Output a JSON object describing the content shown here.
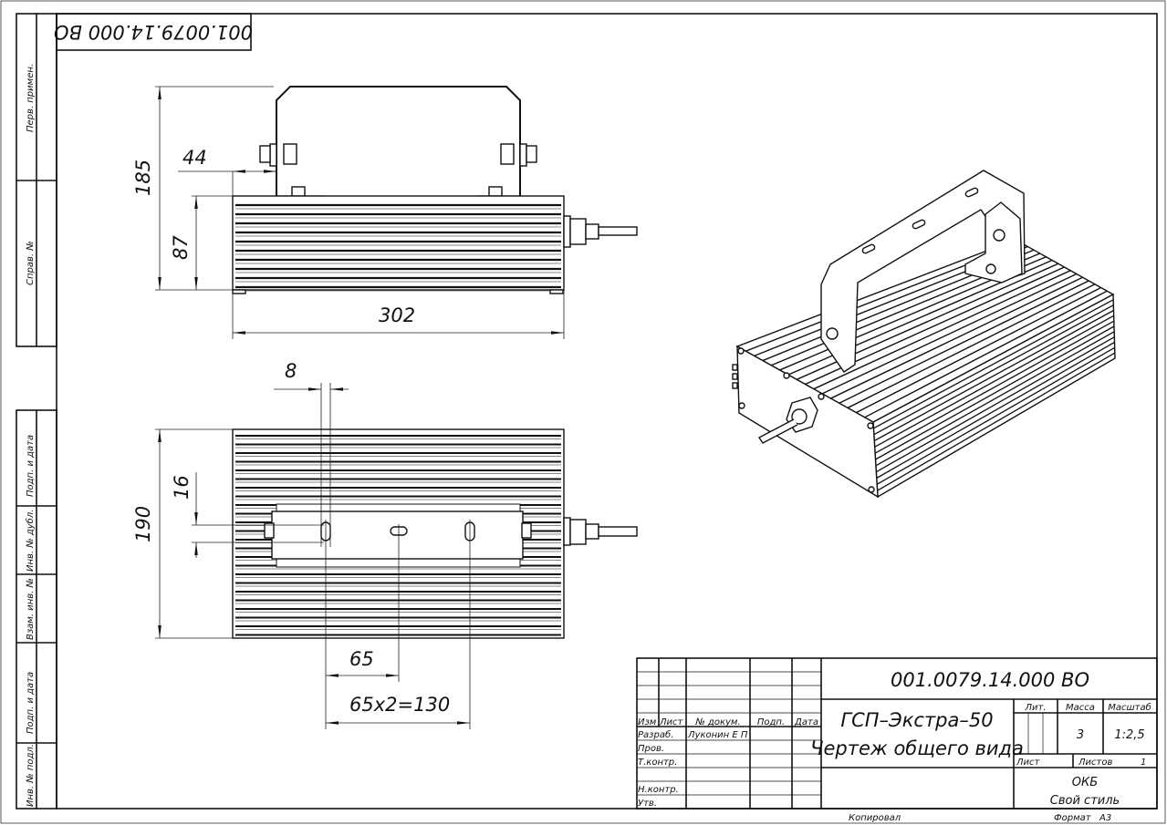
{
  "stamp": {
    "designation_rotated": "001.0079.14.000 ВО"
  },
  "side_strip": {
    "first_use": "Перв. примен.",
    "ref_no": "Справ. №",
    "sign_date_1": "Подп. и дата",
    "dup_inv": "Инв. № дубл.",
    "repl_inv": "Взам. инв. №",
    "sign_date_2": "Подп. и дата",
    "orig_inv": "Инв. № подл."
  },
  "front_view": {
    "dims": {
      "height_total": "185",
      "height_body": "87",
      "length": "302",
      "offset": "44"
    }
  },
  "top_view": {
    "dims": {
      "width": "190",
      "slot_width": "16",
      "slot_len": "8",
      "pitch": "65",
      "pitch_total": "65х2=130"
    }
  },
  "title_block": {
    "designation": "001.0079.14.000 ВО",
    "product_name": "ГСП–Экстра–50",
    "doc_name": "Чертеж общего вида",
    "headers": {
      "izm": "Изм",
      "list": "Лист",
      "doc_no": "№ докум.",
      "sign": "Подп.",
      "date": "Дата"
    },
    "roles": {
      "developer": "Разраб.",
      "checker": "Пров.",
      "tech_control": "Т.контр.",
      "norm_control": "Н.контр.",
      "approved": "Утв."
    },
    "developer_name": "Луконин Е П",
    "lit_label": "Лит.",
    "mass_label": "Масса",
    "scale_label": "Масштаб",
    "mass": "3",
    "scale": "1:2,5",
    "sheet_label": "Лист",
    "sheets_label": "Листов",
    "sheets": "1",
    "org_line1": "ОКБ",
    "org_line2": "Свой стиль",
    "copied": "Копировал",
    "format_label": "Формат",
    "format": "А3"
  }
}
